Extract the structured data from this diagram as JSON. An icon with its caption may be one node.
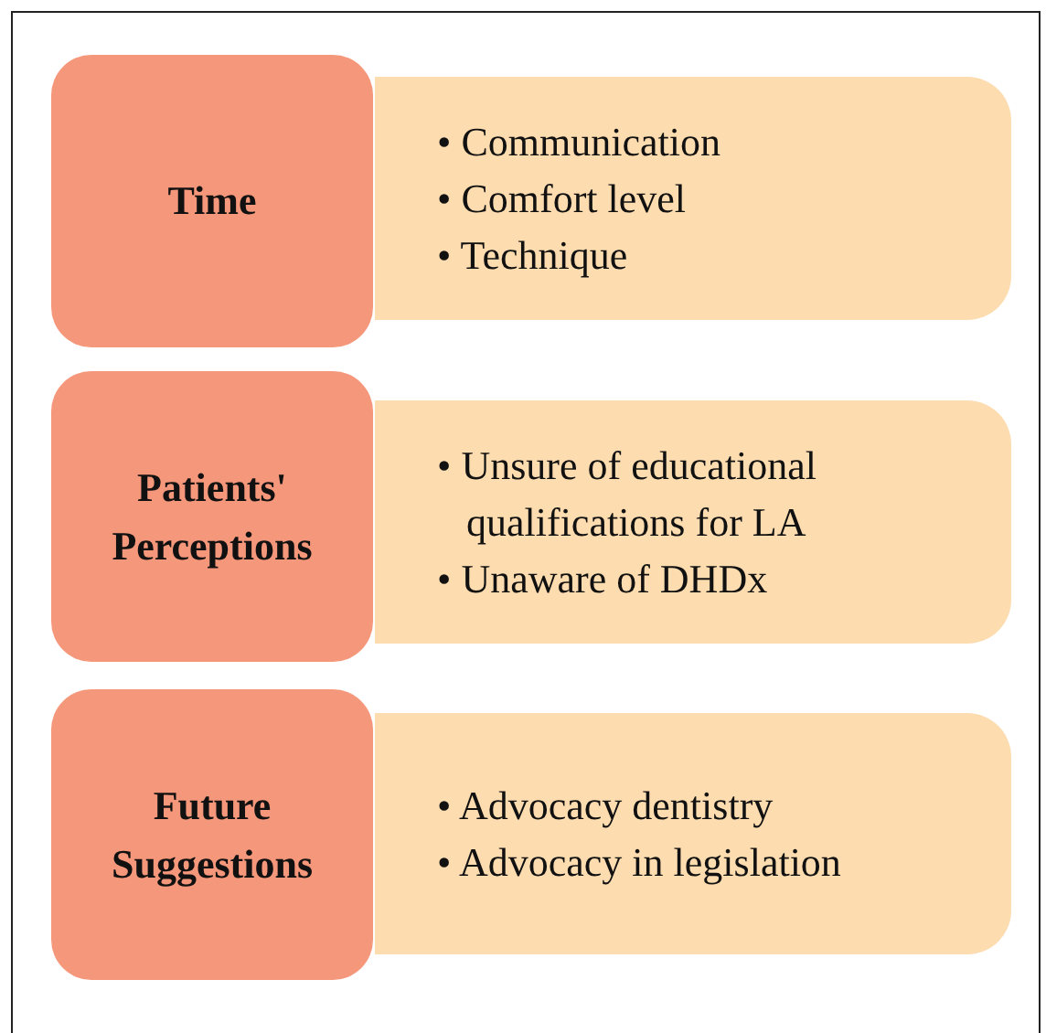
{
  "diagram": {
    "nodes": [
      {
        "text": [
          "Time"
        ]
      },
      {
        "text": [
          "• Communication",
          "• Comfort level",
          "• Technique"
        ]
      },
      {
        "text": [
          "Patients' Perceptions"
        ]
      },
      {
        "text": [
          "• Unsure of educational qualifications for LA",
          "• Unaware of DHDx"
        ]
      },
      {
        "text": [
          "Future Suggestions"
        ]
      },
      {
        "text": [
          "• Advocacy dentistry",
          "• Advocacy in legislation"
        ]
      }
    ]
  }
}
